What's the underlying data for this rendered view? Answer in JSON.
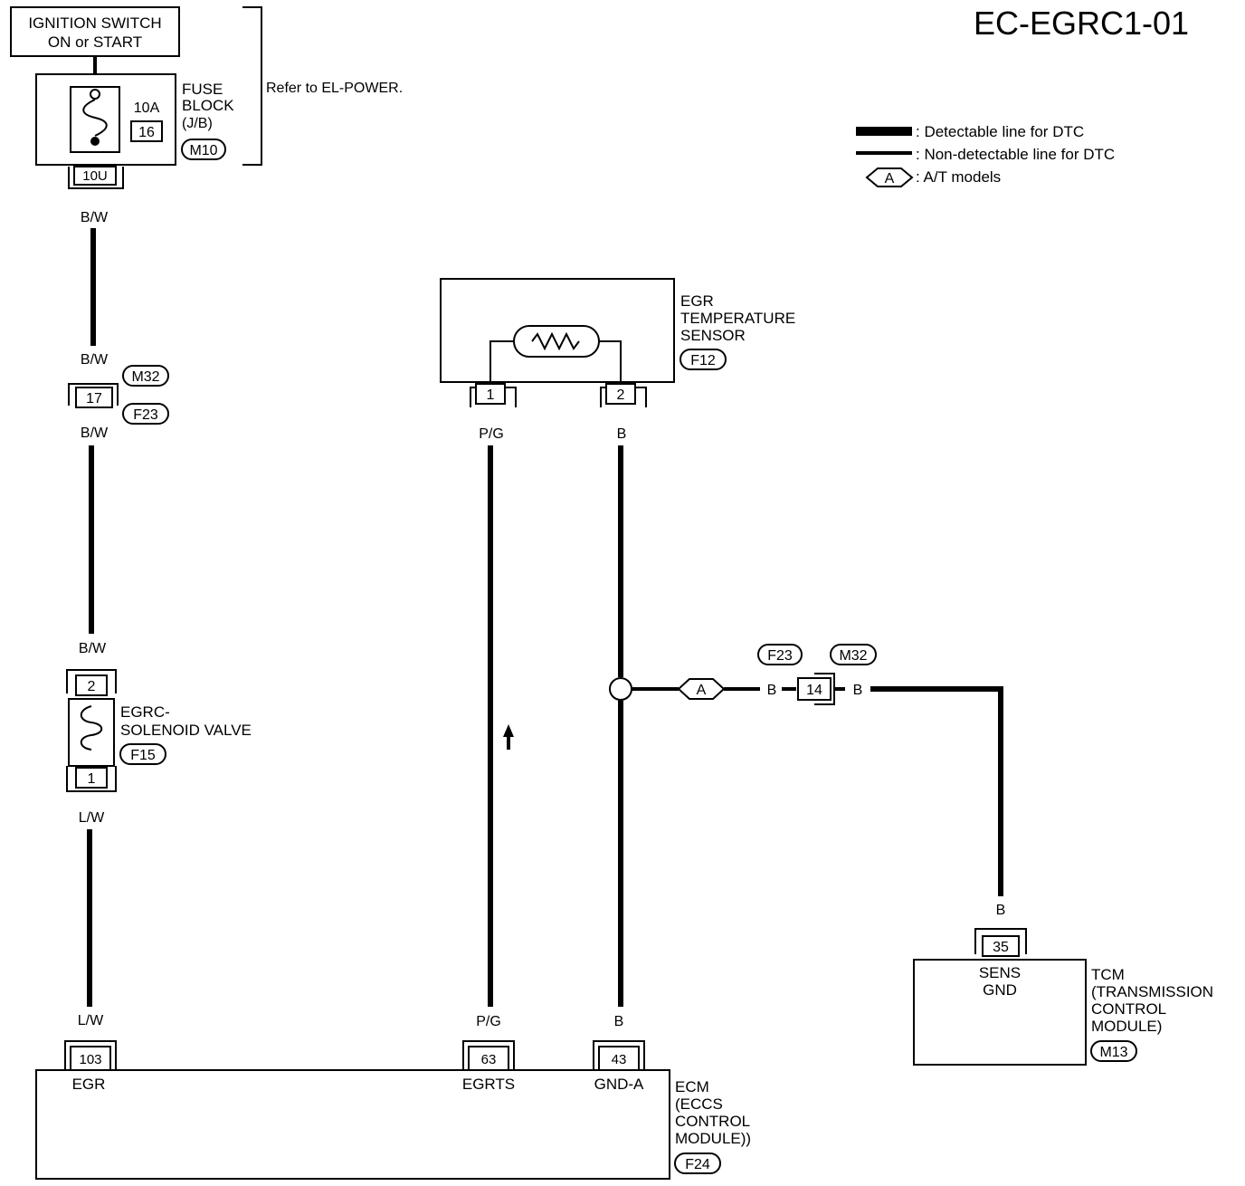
{
  "diagram_id": "EC-EGRC1-01",
  "legend": {
    "detectable": ": Detectable line for DTC",
    "non_detectable": ": Non-detectable line for DTC",
    "at_models_symbol": "A",
    "at_models": ": A/T models"
  },
  "ignition": {
    "line1": "IGNITION SWITCH",
    "line2": "ON or START"
  },
  "fuse_block": {
    "rating": "10A",
    "number": "16",
    "label1": "FUSE",
    "label2": "BLOCK",
    "label3": "(J/B)",
    "connector": "M10",
    "terminal": "10U",
    "refer": "Refer to EL-POWER."
  },
  "wire_colors": {
    "bw_1": "B/W",
    "bw_2": "B/W",
    "bw_3": "B/W",
    "bw_4": "B/W",
    "lw_1": "L/W",
    "lw_2": "L/W",
    "pg_1": "P/G",
    "pg_2": "P/G",
    "b_1": "B",
    "b_2": "B",
    "b_3": "B",
    "b_4": "B",
    "b_5": "B"
  },
  "joint_connector_1": {
    "terminal": "17",
    "conn_a": "M32",
    "conn_b": "F23"
  },
  "solenoid": {
    "term_top": "2",
    "term_bottom": "1",
    "label1": "EGRC-",
    "label2": "SOLENOID VALVE",
    "connector": "F15"
  },
  "egr_temp_sensor": {
    "label1": "EGR",
    "label2": "TEMPERATURE",
    "label3": "SENSOR",
    "connector": "F12",
    "term_1": "1",
    "term_2": "2"
  },
  "joint_connector_2": {
    "terminal": "14",
    "conn_a": "F23",
    "conn_b": "M32",
    "symbol": "A"
  },
  "tcm": {
    "terminal": "35",
    "pin1": "SENS",
    "pin2": "GND",
    "label1": "TCM",
    "label2": "(TRANSMISSION",
    "label3": "CONTROL",
    "label4": "MODULE)",
    "connector": "M13"
  },
  "ecm": {
    "term_egr": "103",
    "pin_egr": "EGR",
    "term_egrts": "63",
    "pin_egrts": "EGRTS",
    "term_gnd": "43",
    "pin_gnd": "GND-A",
    "label1": "ECM",
    "label2": "(ECCS",
    "label3": "CONTROL",
    "label4": "MODULE))",
    "connector": "F24"
  }
}
